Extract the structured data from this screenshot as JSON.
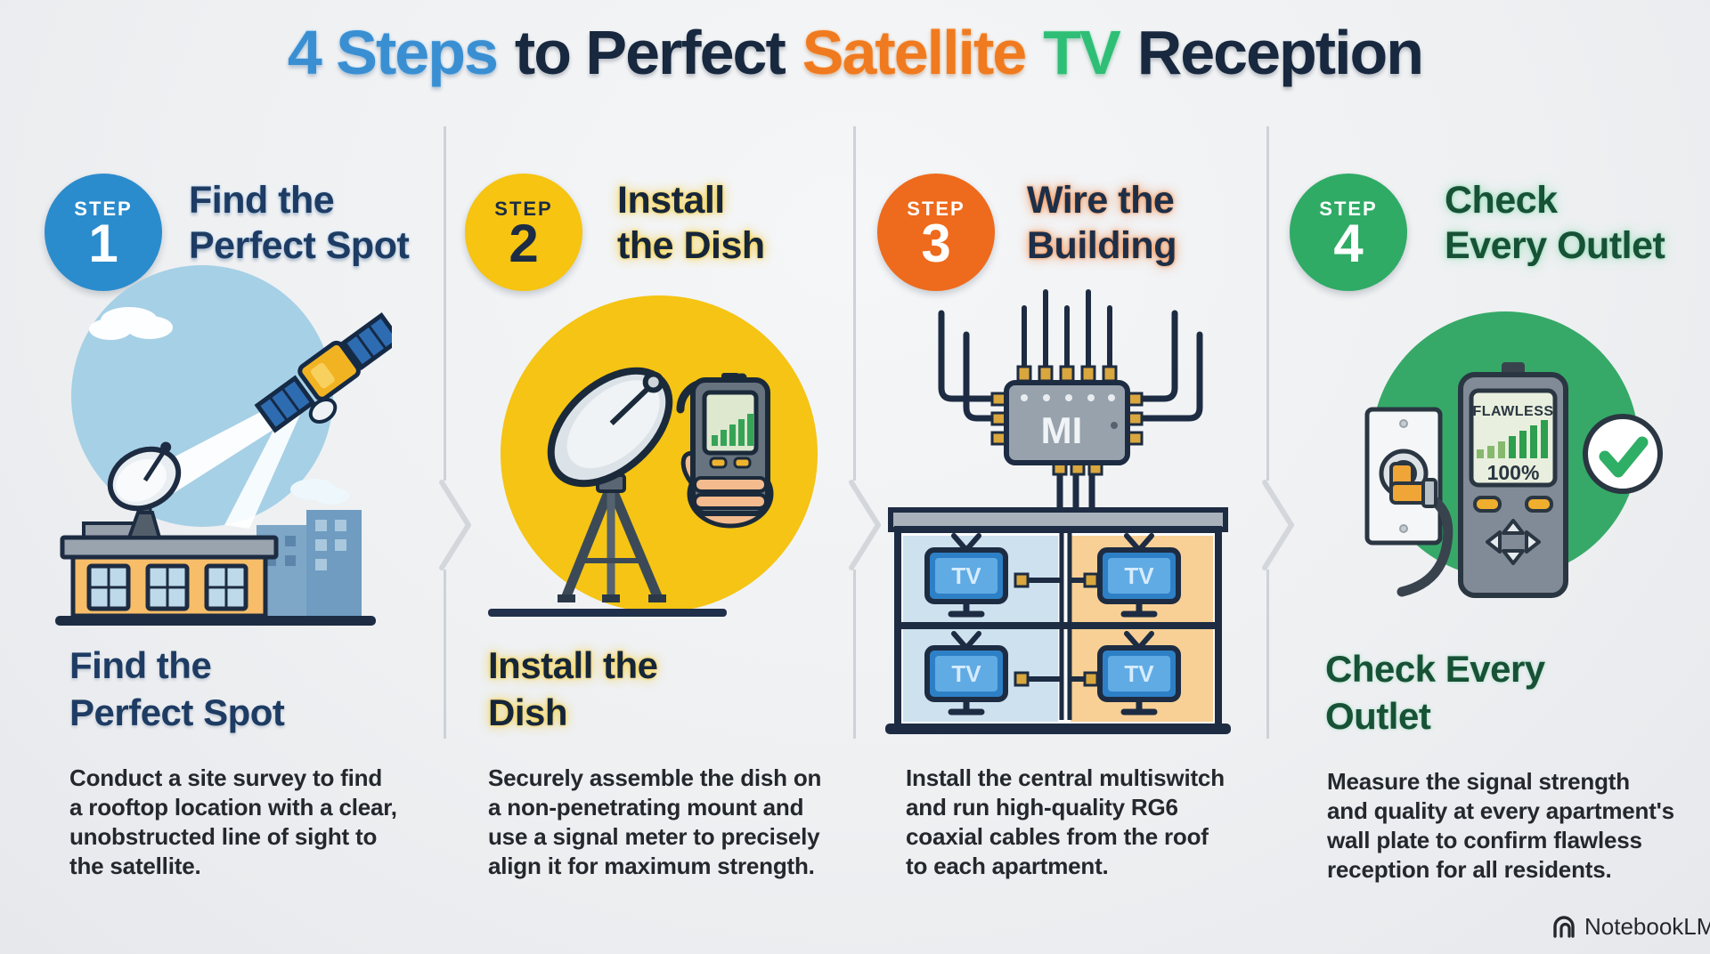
{
  "title": {
    "part_blue": "4 Steps",
    "part_navy1": "to Perfect",
    "part_orange": "Satellite",
    "part_green": "TV",
    "part_navy2": "Reception"
  },
  "steps": [
    {
      "badge_label": "STEP",
      "number": "1",
      "header_title": "Find the\nPerfect Spot",
      "section_title": "Find the\nPerfect Spot",
      "body": "Conduct a site survey to find\na rooftop location with a clear,\nunobstructed line of sight to\nthe satellite.",
      "accent_color": "#2b8ccd"
    },
    {
      "badge_label": "STEP",
      "number": "2",
      "header_title": "Install\nthe Dish",
      "section_title": "Install the\nDish",
      "body": "Securely assemble the dish on\na non-penetrating mount and\nuse a signal meter to precisely\nalign it for maximum strength.",
      "accent_color": "#f6c411"
    },
    {
      "badge_label": "STEP",
      "number": "3",
      "header_title": "Wire the\nBuilding",
      "section_title": "",
      "body": "Install the central multiswitch\nand run high-quality RG6\ncoaxial cables from the roof\nto each apartment.",
      "accent_color": "#ee6a1c"
    },
    {
      "badge_label": "STEP",
      "number": "4",
      "header_title": "Check\nEvery Outlet",
      "section_title": "Check Every\nOutlet",
      "body": "Measure the signal strength\nand quality at every apartment's\nwall plate to confirm flawless\nreception for all residents.",
      "accent_color": "#2fab66"
    }
  ],
  "illustration_labels": {
    "tv": "TV",
    "multiswitch": "MI",
    "meter_status": "FLAWLESS",
    "meter_percent": "100%"
  },
  "watermark": "NotebookLM",
  "palette": {
    "background": "#eef0f2",
    "navy": "#1e3c63",
    "blue": "#2b8ccd",
    "yellow": "#f6c411",
    "orange": "#ee6a1c",
    "green": "#2fab66",
    "body_text": "#24282d",
    "divider": "#cdd2d8",
    "sky": "#a6d0e6",
    "building_facade": "#f7bd69"
  }
}
